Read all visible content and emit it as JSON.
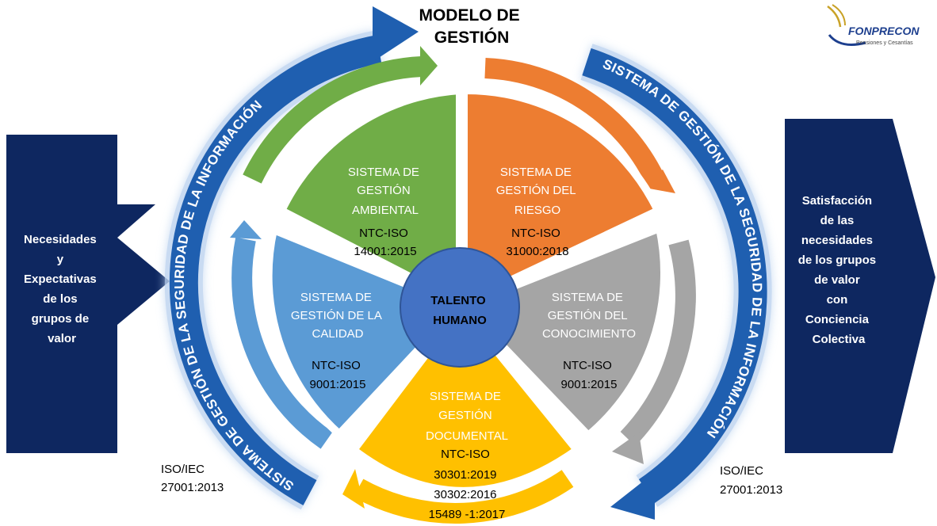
{
  "title": {
    "line1": "MODELO DE",
    "line2": "GESTIÓN"
  },
  "logo": {
    "name": "FONPRECON",
    "subtitle": "Pensiones y Cesantías",
    "icon": "fonprecon-swoosh-icon"
  },
  "left_box": {
    "lines": [
      "Necesidades",
      "y",
      "Expectativas",
      "de los",
      "grupos de",
      "valor"
    ]
  },
  "right_box": {
    "lines": [
      "Satisfacción",
      "de las",
      "necesidades",
      "de los grupos",
      "de valor",
      "con",
      "Conciencia",
      "Colectiva"
    ]
  },
  "outer_arc_label": "SISTEMA DE GESTIÓN DE LA SEGURIDAD DE LA INFORMACIÓN",
  "iso_left": {
    "line1": "ISO/IEC",
    "line2": "27001:2013"
  },
  "iso_right": {
    "line1": "ISO/IEC",
    "line2": "27001:2013"
  },
  "center": {
    "line1": "TALENTO",
    "line2": "HUMANO"
  },
  "segments": {
    "ambiental": {
      "lines": [
        "SISTEMA DE",
        "GESTIÓN",
        "AMBIENTAL"
      ],
      "std1": "NTC-ISO",
      "std2": "14001:2015"
    },
    "riesgo": {
      "lines": [
        "SISTEMA DE",
        "GESTIÓN DEL",
        "RIESGO"
      ],
      "std1": "NTC-ISO",
      "std2": "31000:2018"
    },
    "calidad": {
      "lines": [
        "SISTEMA DE",
        "GESTIÓN DE LA",
        "CALIDAD"
      ],
      "std1": "NTC-ISO",
      "std2": "9001:2015"
    },
    "conocimiento": {
      "lines": [
        "SISTEMA DE",
        "GESTIÓN DEL",
        "CONOCIMIENTO"
      ],
      "std1": "NTC-ISO",
      "std2": "9001:2015"
    },
    "documental": {
      "lines": [
        "SISTEMA DE",
        "GESTIÓN",
        "DOCUMENTAL"
      ],
      "std1": "NTC-ISO",
      "std2": "30301:2019",
      "std3": "30302:2016",
      "std4": "15489 -1:2017"
    }
  },
  "colors": {
    "navy": "#0e2760",
    "blue_arc": "#1f5fb0",
    "green": "#70ad47",
    "orange": "#ed7d31",
    "gray": "#a5a5a5",
    "gold": "#ffc000",
    "light_blue": "#5b9bd5",
    "center": "#4472c4"
  }
}
